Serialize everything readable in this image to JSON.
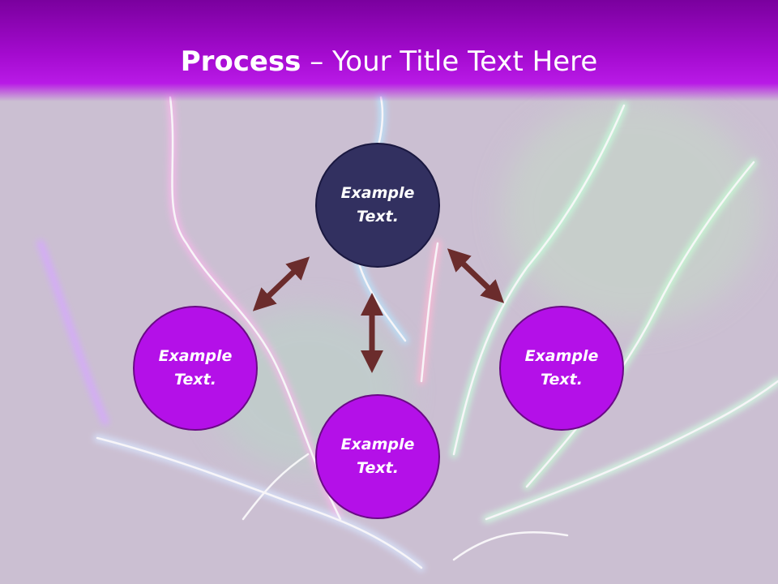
{
  "slide": {
    "title_bold": "Process",
    "title_rest": " – Your Title Text Here"
  },
  "diagram": {
    "nodes": [
      {
        "id": "top",
        "text": "Example Text."
      },
      {
        "id": "left",
        "text": "Example Text."
      },
      {
        "id": "right",
        "text": "Example Text."
      },
      {
        "id": "bottom",
        "text": "Example Text."
      }
    ],
    "colors": {
      "header": "#a50bd0",
      "top_node": "#323060",
      "other_nodes": "#b410e8",
      "arrows": "#6b2c2c"
    }
  }
}
